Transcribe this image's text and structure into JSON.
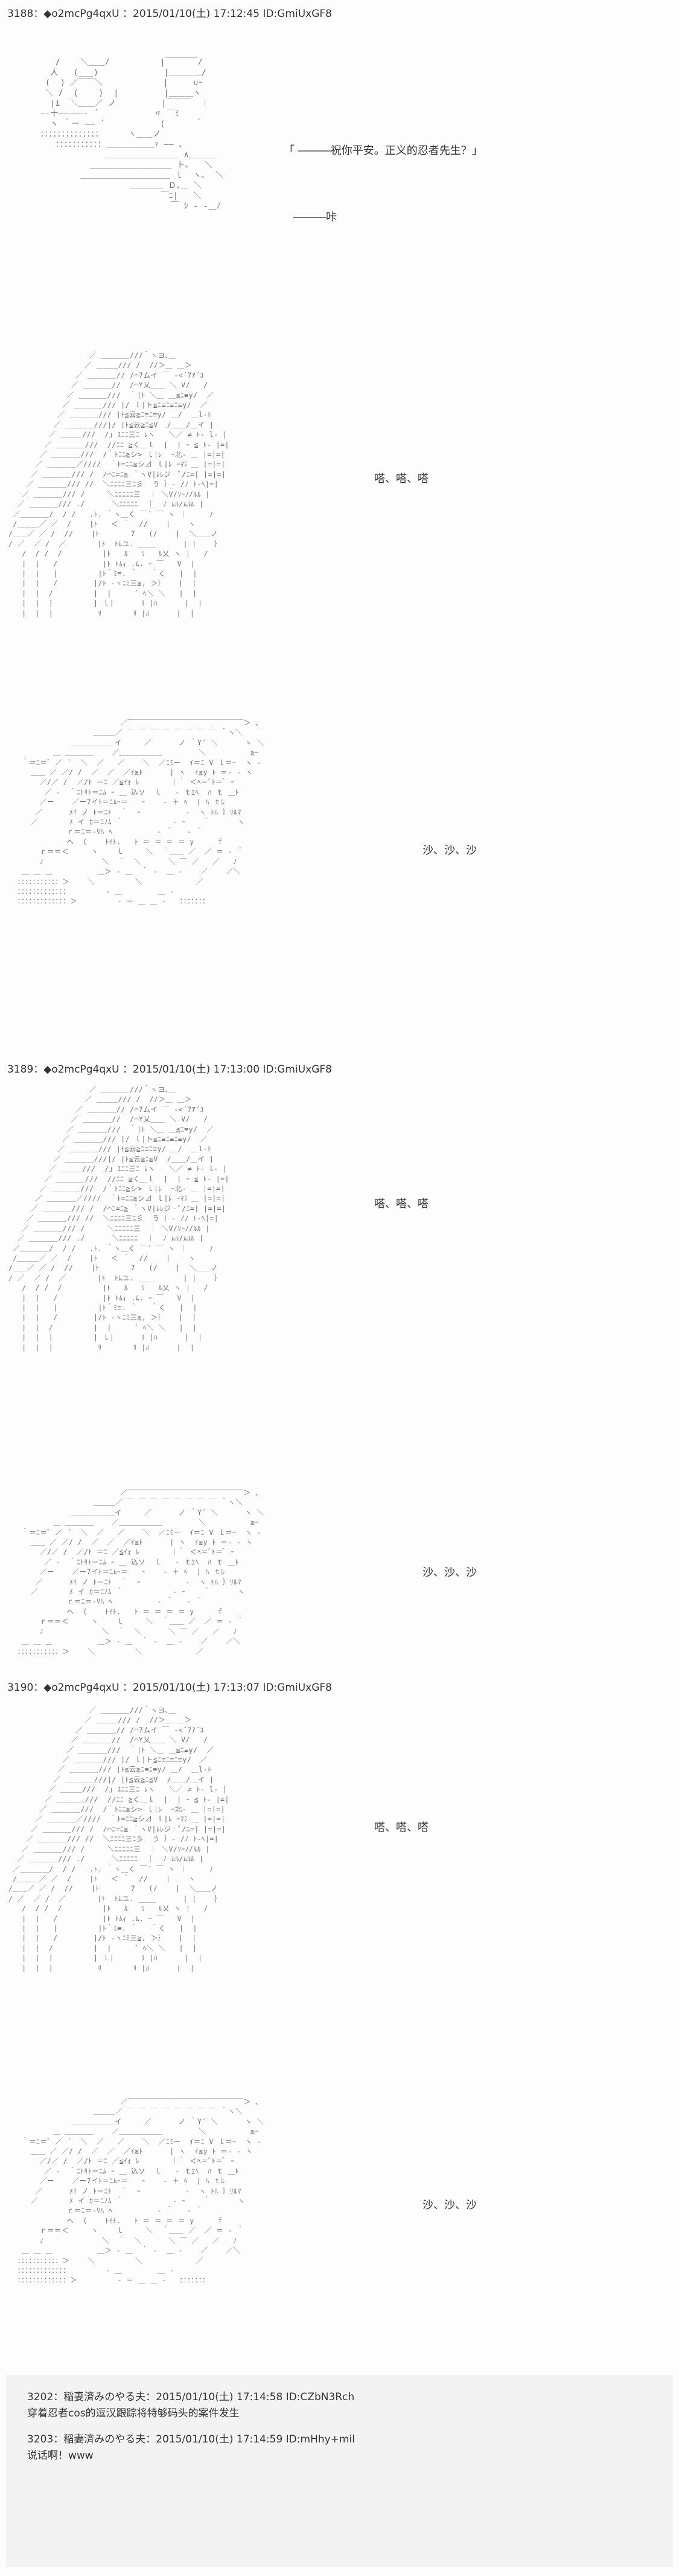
{
  "posts": [
    {
      "header": "3188：◆o2mcPg4qxU ：2015/01/10(土) 17:12:45 ID:GmiUxGF8",
      "line1": "「 ―――祝你平安。正义的忍者先生？」",
      "line2": "―――咔",
      "sfx1": "嗒、嗒、嗒",
      "sfx2": "沙、沙、沙"
    },
    {
      "header": "3189：◆o2mcPg4qxU ：2015/01/10(土) 17:13:00 ID:GmiUxGF8",
      "sfx1": "嗒、嗒、嗒",
      "sfx2": "沙、沙、沙"
    },
    {
      "header": "3190：◆o2mcPg4qxU ：2015/01/10(土) 17:13:07 ID:GmiUxGF8",
      "sfx1": "嗒、嗒、嗒",
      "sfx2": "沙、沙、沙"
    }
  ],
  "comments": [
    {
      "header": "3202：稲妻済みのやる夫：2015/01/10(土) 17:14:58 ID:CZbN3Rch",
      "body": "穿着忍者cos的逗汉跟踪将特够码头的案件发生"
    },
    {
      "header": "3203：稲妻済みのやる夫：2015/01/10(土) 17:14:59 ID:mHhy+mil",
      "body": "说话啊！www"
    }
  ]
}
